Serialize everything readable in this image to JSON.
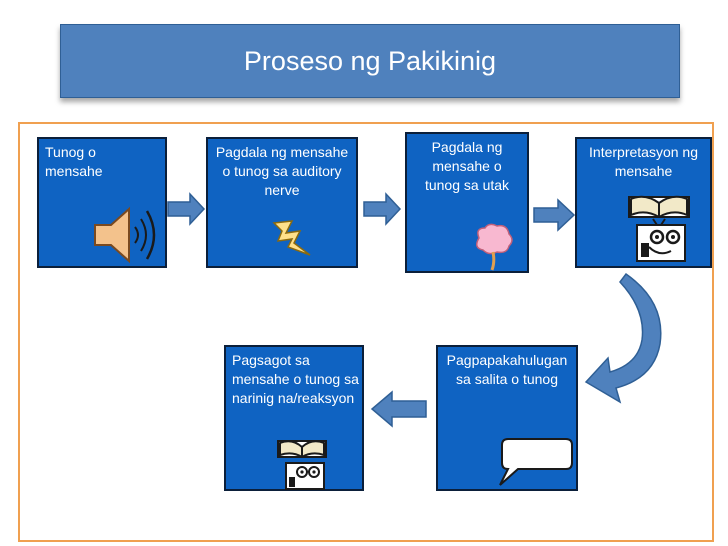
{
  "title": "Proseso ng Pakikinig",
  "steps": [
    {
      "id": 1,
      "text": "Tunog o mensahe",
      "icon": "speaker-icon"
    },
    {
      "id": 2,
      "text": "Pagdala ng mensahe o  tunog sa auditory nerve",
      "icon": "lightning-icon"
    },
    {
      "id": 3,
      "text": "Pagdala ng mensahe o tunog sa utak",
      "icon": "brain-icon"
    },
    {
      "id": 4,
      "text": "Interpretasyon ng mensahe",
      "icon": "reader-book-icon"
    },
    {
      "id": 5,
      "text": "Pagpapakahulugan sa salita o tunog",
      "icon": "speech-bubble-icon"
    },
    {
      "id": 6,
      "text": "Pagsagot sa mensahe o tunog sa narinig na/reaksyon",
      "icon": "reader-book-icon"
    }
  ],
  "colors": {
    "title_bg": "#4f81bd",
    "box_bg": "#0f63c2",
    "arrow": "#4f81bd",
    "frame": "#f0a050"
  }
}
